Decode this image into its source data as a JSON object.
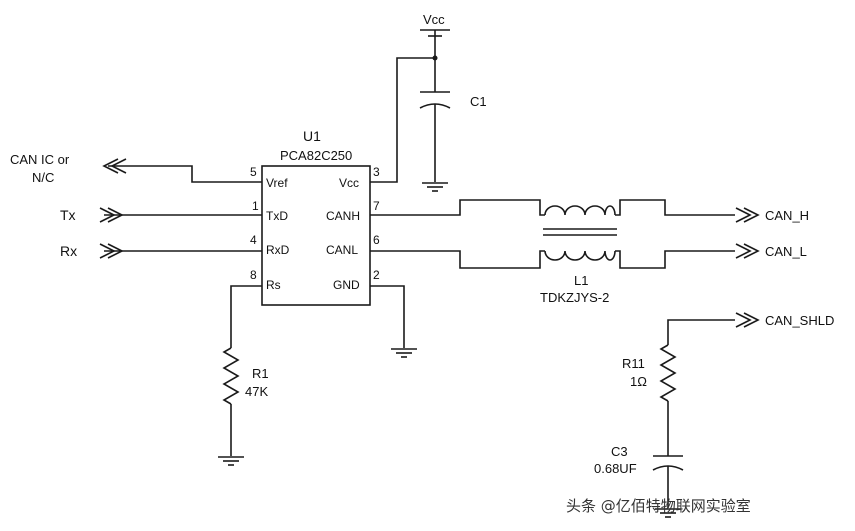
{
  "power": {
    "vcc_label": "Vcc"
  },
  "capacitor_c1": {
    "label": "C1"
  },
  "ic_u1": {
    "ref": "U1",
    "part": "PCA82C250",
    "pins": [
      {
        "num": "5",
        "name": "Vref"
      },
      {
        "num": "1",
        "name": "TxD"
      },
      {
        "num": "4",
        "name": "RxD"
      },
      {
        "num": "8",
        "name": "Rs"
      },
      {
        "num": "3",
        "name": "Vcc"
      },
      {
        "num": "7",
        "name": "CANH"
      },
      {
        "num": "6",
        "name": "CANL"
      },
      {
        "num": "2",
        "name": "GND"
      }
    ]
  },
  "ports": {
    "vref_line1": "CAN IC or",
    "vref_line2": "N/C",
    "tx": "Tx",
    "rx": "Rx",
    "can_h": "CAN_H",
    "can_l": "CAN_L",
    "can_shld": "CAN_SHLD"
  },
  "choke_l1": {
    "ref": "L1",
    "part": "TDKZJYS-2"
  },
  "resistor_r1": {
    "ref": "R1",
    "value": "47K"
  },
  "resistor_r11": {
    "ref": "R11",
    "value": "1Ω"
  },
  "capacitor_c3": {
    "ref": "C3",
    "value": "0.68UF"
  },
  "watermark": "头条 @亿佰特物联网实验室"
}
